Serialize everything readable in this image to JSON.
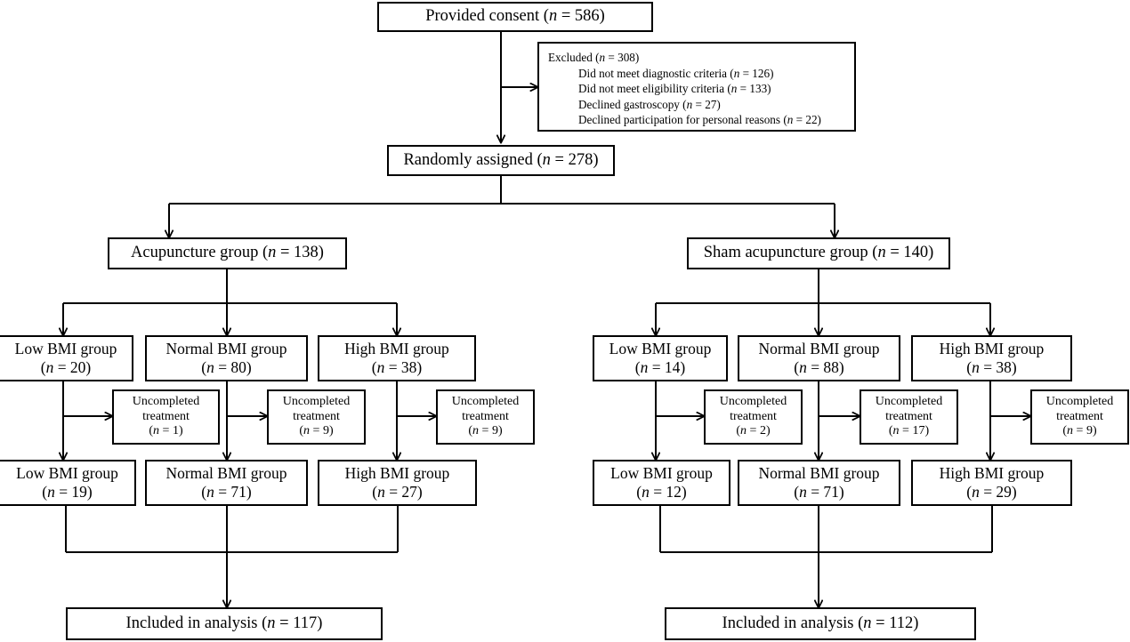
{
  "diagram": {
    "type": "consort-flow-diagram",
    "title": "",
    "line_color": "#000000",
    "box_fill": "#ffffff",
    "text_color": "#000000",
    "nodes": {
      "provided_consent": {
        "label": "Provided consent (n = 586)",
        "text": "Provided consent",
        "n": "586"
      },
      "excluded": {
        "header": "Excluded (n = 308)",
        "items": [
          "Did not meet diagnostic criteria (n = 126)",
          "Did not meet eligibility criteria (n = 133)",
          "Declined gastroscopy (n = 27)",
          "Declined participation for personal reasons (n = 22)"
        ]
      },
      "randomly_assigned": {
        "label": "Randomly assigned (n = 278)",
        "text": "Randomly assigned",
        "n": "278"
      },
      "acupuncture_group": {
        "label": "Acupuncture group (n = 138)",
        "text": "Acupuncture group",
        "n": "138"
      },
      "sham_acupuncture_group": {
        "label": "Sham acupuncture group (n = 140)",
        "text": "Sham acupuncture group",
        "n": "140"
      },
      "left_allocated": [
        {
          "text": "Low BMI group",
          "n": "20"
        },
        {
          "text": "Normal BMI group",
          "n": "80"
        },
        {
          "text": "High BMI group",
          "n": "38"
        }
      ],
      "left_uncompleted": [
        {
          "text": "Uncompleted treatment",
          "line1": "Uncompleted",
          "line2": "treatment",
          "n": "1"
        },
        {
          "text": "Uncompleted treatment",
          "line1": "Uncompleted",
          "line2": "treatment",
          "n": "9"
        },
        {
          "text": "Uncompleted treatment",
          "line1": "Uncompleted",
          "line2": "treatment",
          "n": "9"
        }
      ],
      "left_completed": [
        {
          "text": "Low BMI group",
          "n": "19"
        },
        {
          "text": "Normal BMI group",
          "n": "71"
        },
        {
          "text": "High BMI group",
          "n": "27"
        }
      ],
      "right_allocated": [
        {
          "text": "Low BMI group",
          "n": "14"
        },
        {
          "text": "Normal BMI group",
          "n": "88"
        },
        {
          "text": "High BMI group",
          "n": "38"
        }
      ],
      "right_uncompleted": [
        {
          "text": "Uncompleted treatment",
          "line1": "Uncompleted",
          "line2": "treatment",
          "n": "2"
        },
        {
          "text": "Uncompleted treatment",
          "line1": "Uncompleted",
          "line2": "treatment",
          "n": "17"
        },
        {
          "text": "Uncompleted treatment",
          "line1": "Uncompleted",
          "line2": "treatment",
          "n": "9"
        }
      ],
      "right_completed": [
        {
          "text": "Low BMI group",
          "n": "12"
        },
        {
          "text": "Normal BMI group",
          "n": "71"
        },
        {
          "text": "High BMI group",
          "n": "29"
        }
      ],
      "left_included": {
        "label": "Included in analysis (n = 117)",
        "text": "Included in analysis",
        "n": "117"
      },
      "right_included": {
        "label": "Included in analysis (n = 112)",
        "text": "Included in analysis",
        "n": "112"
      }
    }
  }
}
